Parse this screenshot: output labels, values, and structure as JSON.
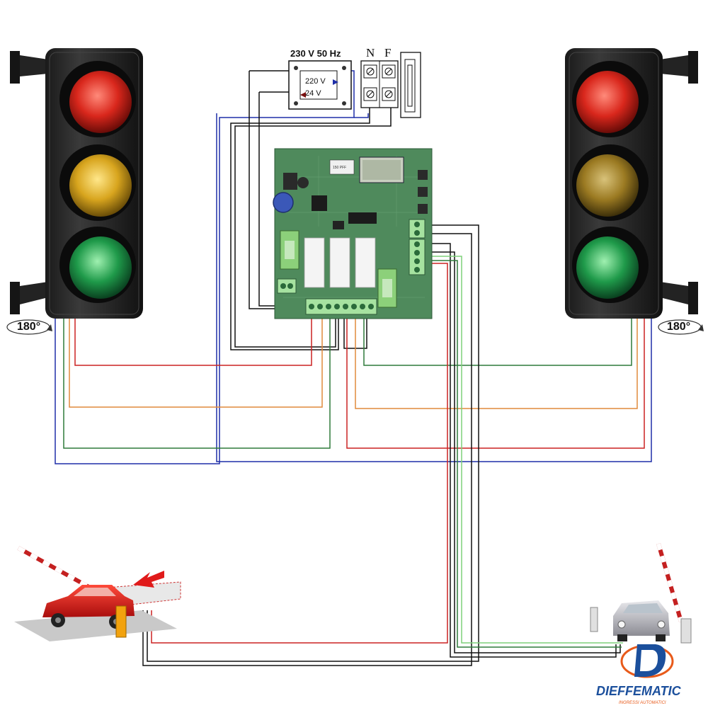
{
  "transformer": {
    "title": "230 V 50 Hz",
    "primary": "220 V",
    "secondary": "24 V"
  },
  "terminals": {
    "neutral": "N",
    "phase": "F"
  },
  "rotation": {
    "left": "180°",
    "right": "180°"
  },
  "brand": {
    "name": "DIEFFEMATIC",
    "tagline": "INGRESSI AUTOMATICI",
    "logo_letter": "D"
  },
  "board": {
    "chip_label": "150 PFF"
  },
  "colors": {
    "red_wire": "#cc2222",
    "orange_wire": "#e08a3c",
    "green_wire": "#2f7a3a",
    "lightgreen_wire": "#7ed07a",
    "blue_wire": "#1f2fa8",
    "black_wire": "#111111",
    "pcb": "#4f8a5c",
    "brand_blue": "#1b4f9c",
    "brand_orange": "#e85a1a"
  }
}
